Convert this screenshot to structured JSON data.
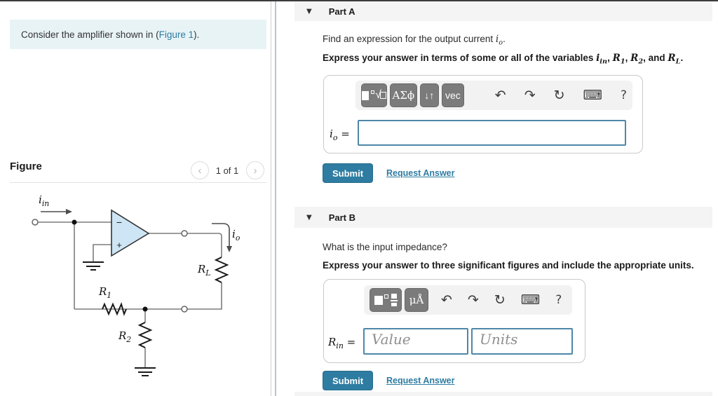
{
  "intro": {
    "pre": "Consider the amplifier shown in (",
    "link_text": "Figure 1",
    "post": ")."
  },
  "figure": {
    "title": "Figure",
    "pagination": {
      "prev_icon": "‹",
      "label": "1 of 1",
      "next_icon": "›"
    },
    "circuit": {
      "labels": {
        "i_in": "`i_{in}`",
        "i_o": "`i_{o}`",
        "r_l": "`R_{L}`",
        "r_1": "`R_{1}`",
        "r_2": "`R_{2}`"
      },
      "opamp": {
        "minus": "−",
        "plus": "+"
      }
    }
  },
  "part_a": {
    "collapse_icon": "▼",
    "title": "Part A",
    "question": "Find an expression for the output current `i_{o}`.",
    "instruction": "Express your answer in terms of some or all of the variables `i_{in}`, `R_{1}`, `R_{2}`, and `R_{L}`.",
    "toolbar": {
      "greek_label": "ΑΣϕ",
      "updown_label": "↓↑",
      "vec_label": "vec",
      "undo_icon": "↶",
      "redo_icon": "↷",
      "reset_icon": "↻",
      "keyboard_icon": "⌨",
      "help_label": "?"
    },
    "answer_label": "`i_{o}` =",
    "submit_label": "Submit",
    "request_answer_label": "Request Answer"
  },
  "part_b": {
    "collapse_icon": "▼",
    "title": "Part B",
    "question": "What is the input impedance?",
    "instruction": "Express your answer to three significant figures and include the appropriate units.",
    "toolbar": {
      "units_button_label": "μÅ",
      "undo_icon": "↶",
      "redo_icon": "↷",
      "reset_icon": "↻",
      "keyboard_icon": "⌨",
      "help_label": "?"
    },
    "answer_label": "`R_{in}` =",
    "value_placeholder": "Value",
    "units_placeholder": "Units",
    "submit_label": "Submit",
    "request_answer_label": "Request Answer"
  },
  "colors": {
    "accent_teal": "#2e7ca1",
    "input_border": "#4e87a8",
    "opamp_fill": "#cde5f4",
    "intro_background": "#e8f3f6",
    "header_background": "#f4f4f4",
    "toolbar_button_gray": "#7b7b7b"
  }
}
